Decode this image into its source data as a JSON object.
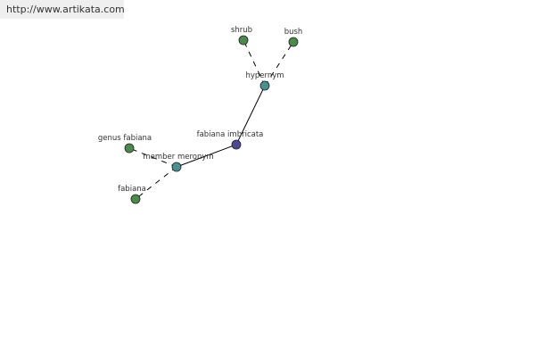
{
  "site": {
    "url": "http://www.artikata.com"
  },
  "colors": {
    "center": "#4a4a96",
    "relation": "#4a9090",
    "leaf": "#4a8a4a",
    "edge": "#000000"
  },
  "nodes": [
    {
      "id": "fabiana_imbricata",
      "label": "fabiana imbricata",
      "kind": "center"
    },
    {
      "id": "hypernym",
      "label": "hypernym",
      "kind": "relation"
    },
    {
      "id": "member_meronym",
      "label": "member meronym",
      "kind": "relation"
    },
    {
      "id": "shrub",
      "label": "shrub",
      "kind": "leaf"
    },
    {
      "id": "bush",
      "label": "bush",
      "kind": "leaf"
    },
    {
      "id": "genus_fabiana",
      "label": "genus fabiana",
      "kind": "leaf"
    },
    {
      "id": "fabiana",
      "label": "fabiana",
      "kind": "leaf"
    }
  ],
  "edges": [
    {
      "from": "fabiana_imbricata",
      "to": "hypernym",
      "style": "solid"
    },
    {
      "from": "fabiana_imbricata",
      "to": "member_meronym",
      "style": "solid"
    },
    {
      "from": "hypernym",
      "to": "shrub",
      "style": "dashed"
    },
    {
      "from": "hypernym",
      "to": "bush",
      "style": "dashed"
    },
    {
      "from": "member_meronym",
      "to": "genus_fabiana",
      "style": "dashed"
    },
    {
      "from": "member_meronym",
      "to": "fabiana",
      "style": "dashed"
    }
  ]
}
